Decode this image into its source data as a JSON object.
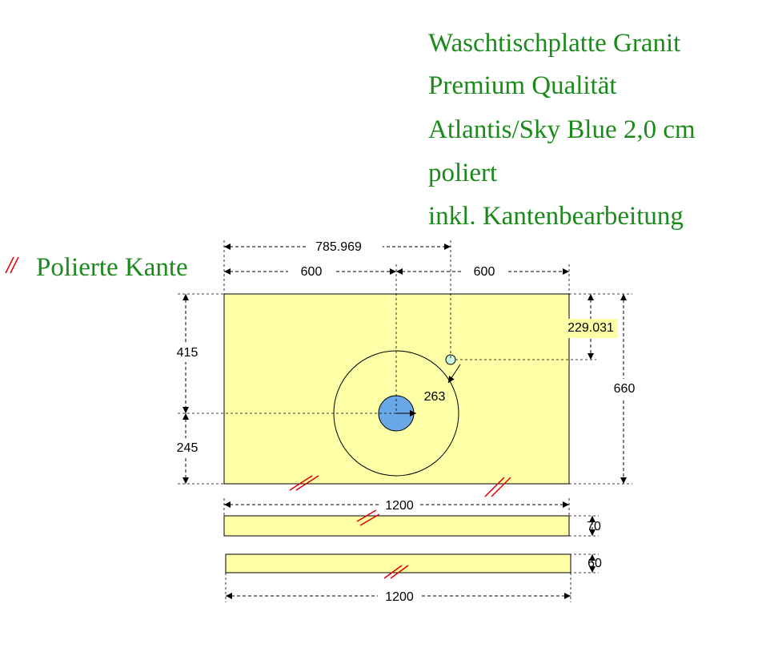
{
  "title_lines": [
    "Waschtischplatte Granit",
    "Premium Qualität",
    "Atlantis/Sky Blue 2,0 cm",
    "poliert",
    "inkl. Kantenbearbeitung"
  ],
  "legend": {
    "label": "Polierte Kante",
    "icon": "polished-edge-marker-icon"
  },
  "dimensions": {
    "overall_tap_offset": "785.969",
    "left_width": "600",
    "right_width": "600",
    "top_to_center": "415",
    "center_to_bottom": "245",
    "tap_from_top": "229.031",
    "total_depth": "660",
    "basin_radius": "263",
    "strip1_length": "1200",
    "strip1_height": "70",
    "strip2_length": "1200",
    "strip2_height": "60"
  },
  "colors": {
    "slab_fill": "#ffffa8",
    "drain_fill": "#68a8e8",
    "tap_fill": "#c8f8e0",
    "title_text": "#1a8a1a",
    "polish_mark": "#dd0000"
  }
}
